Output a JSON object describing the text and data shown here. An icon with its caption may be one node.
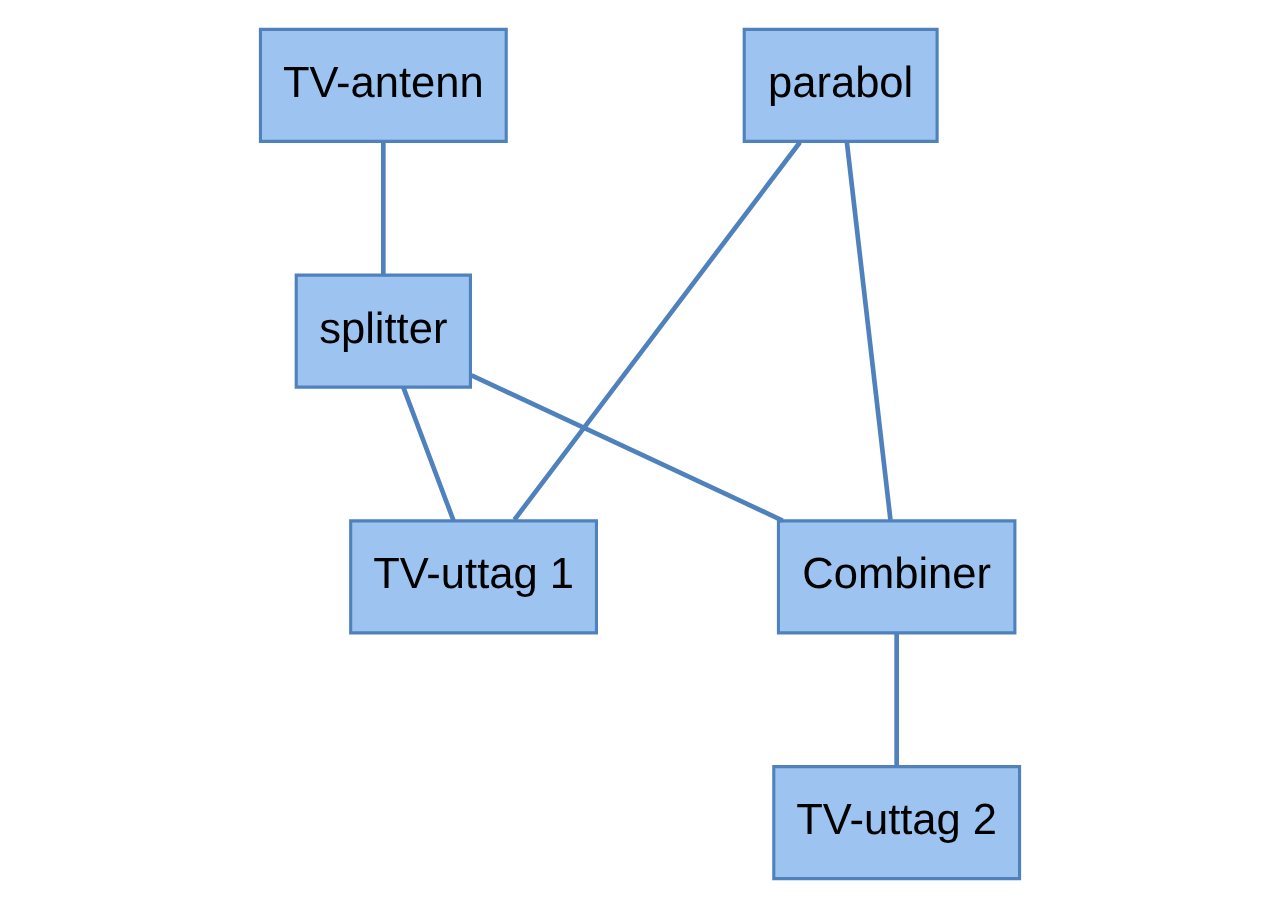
{
  "diagram": {
    "nodes": [
      {
        "text": [
          "parabol"
        ]
      },
      {
        "text": [
          "TV-antenn"
        ]
      },
      {
        "text": [
          "TV-uttag 1"
        ]
      },
      {
        "text": [
          "splitter"
        ]
      },
      {
        "text": [
          "Combiner"
        ]
      },
      {
        "text": [
          "TV-uttag 2"
        ]
      }
    ],
    "edges": [
      {
        "from": 0,
        "to": 2,
        "arrow": "none"
      },
      {
        "from": 0,
        "to": 4,
        "arrow": "none"
      },
      {
        "from": 1,
        "to": 3,
        "arrow": "none"
      },
      {
        "from": 3,
        "to": 2,
        "arrow": "none"
      },
      {
        "from": 3,
        "to": 4,
        "arrow": "none"
      },
      {
        "from": 4,
        "to": 5,
        "arrow": "none"
      }
    ]
  }
}
